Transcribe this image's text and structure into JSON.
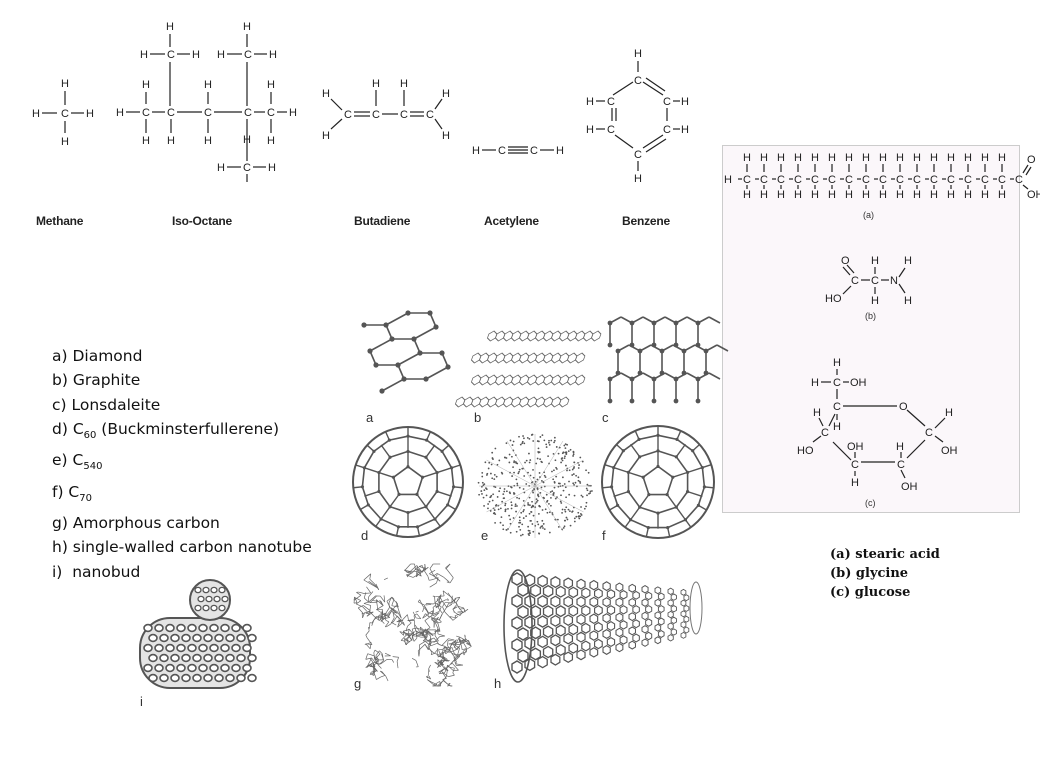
{
  "hydrocarbons": {
    "methane": "Methane",
    "isooctane": "Iso-Octane",
    "butadiene": "Butadiene",
    "acetylene": "Acetylene",
    "benzene": "Benzene"
  },
  "allotropes_legend": {
    "a": "a) Diamond",
    "b": "b) Graphite",
    "c": "c) Lonsdaleite",
    "d_prefix": "d) C",
    "d_sub": "60",
    "d_suffix": " (Buckminsterfullerene)",
    "e_prefix": "e) C",
    "e_sub": "540",
    "f_prefix": "f) C",
    "f_sub": "70",
    "g": "g) Amorphous carbon",
    "h": "h) single-walled carbon nanotube",
    "i_prefix": "i)",
    "i_text": "nanobud"
  },
  "allotrope_panels": [
    "a",
    "b",
    "c",
    "d",
    "e",
    "f",
    "g",
    "h",
    "i"
  ],
  "biomolecules": {
    "panel_labels": [
      "(a)",
      "(b)",
      "(c)"
    ],
    "legend": [
      "(a) stearic acid",
      "(b) glycine",
      "(c) glucose"
    ]
  },
  "atom_symbols": {
    "H": "H",
    "C": "C",
    "O": "O",
    "N": "N",
    "OH": "OH",
    "HO": "HO"
  }
}
